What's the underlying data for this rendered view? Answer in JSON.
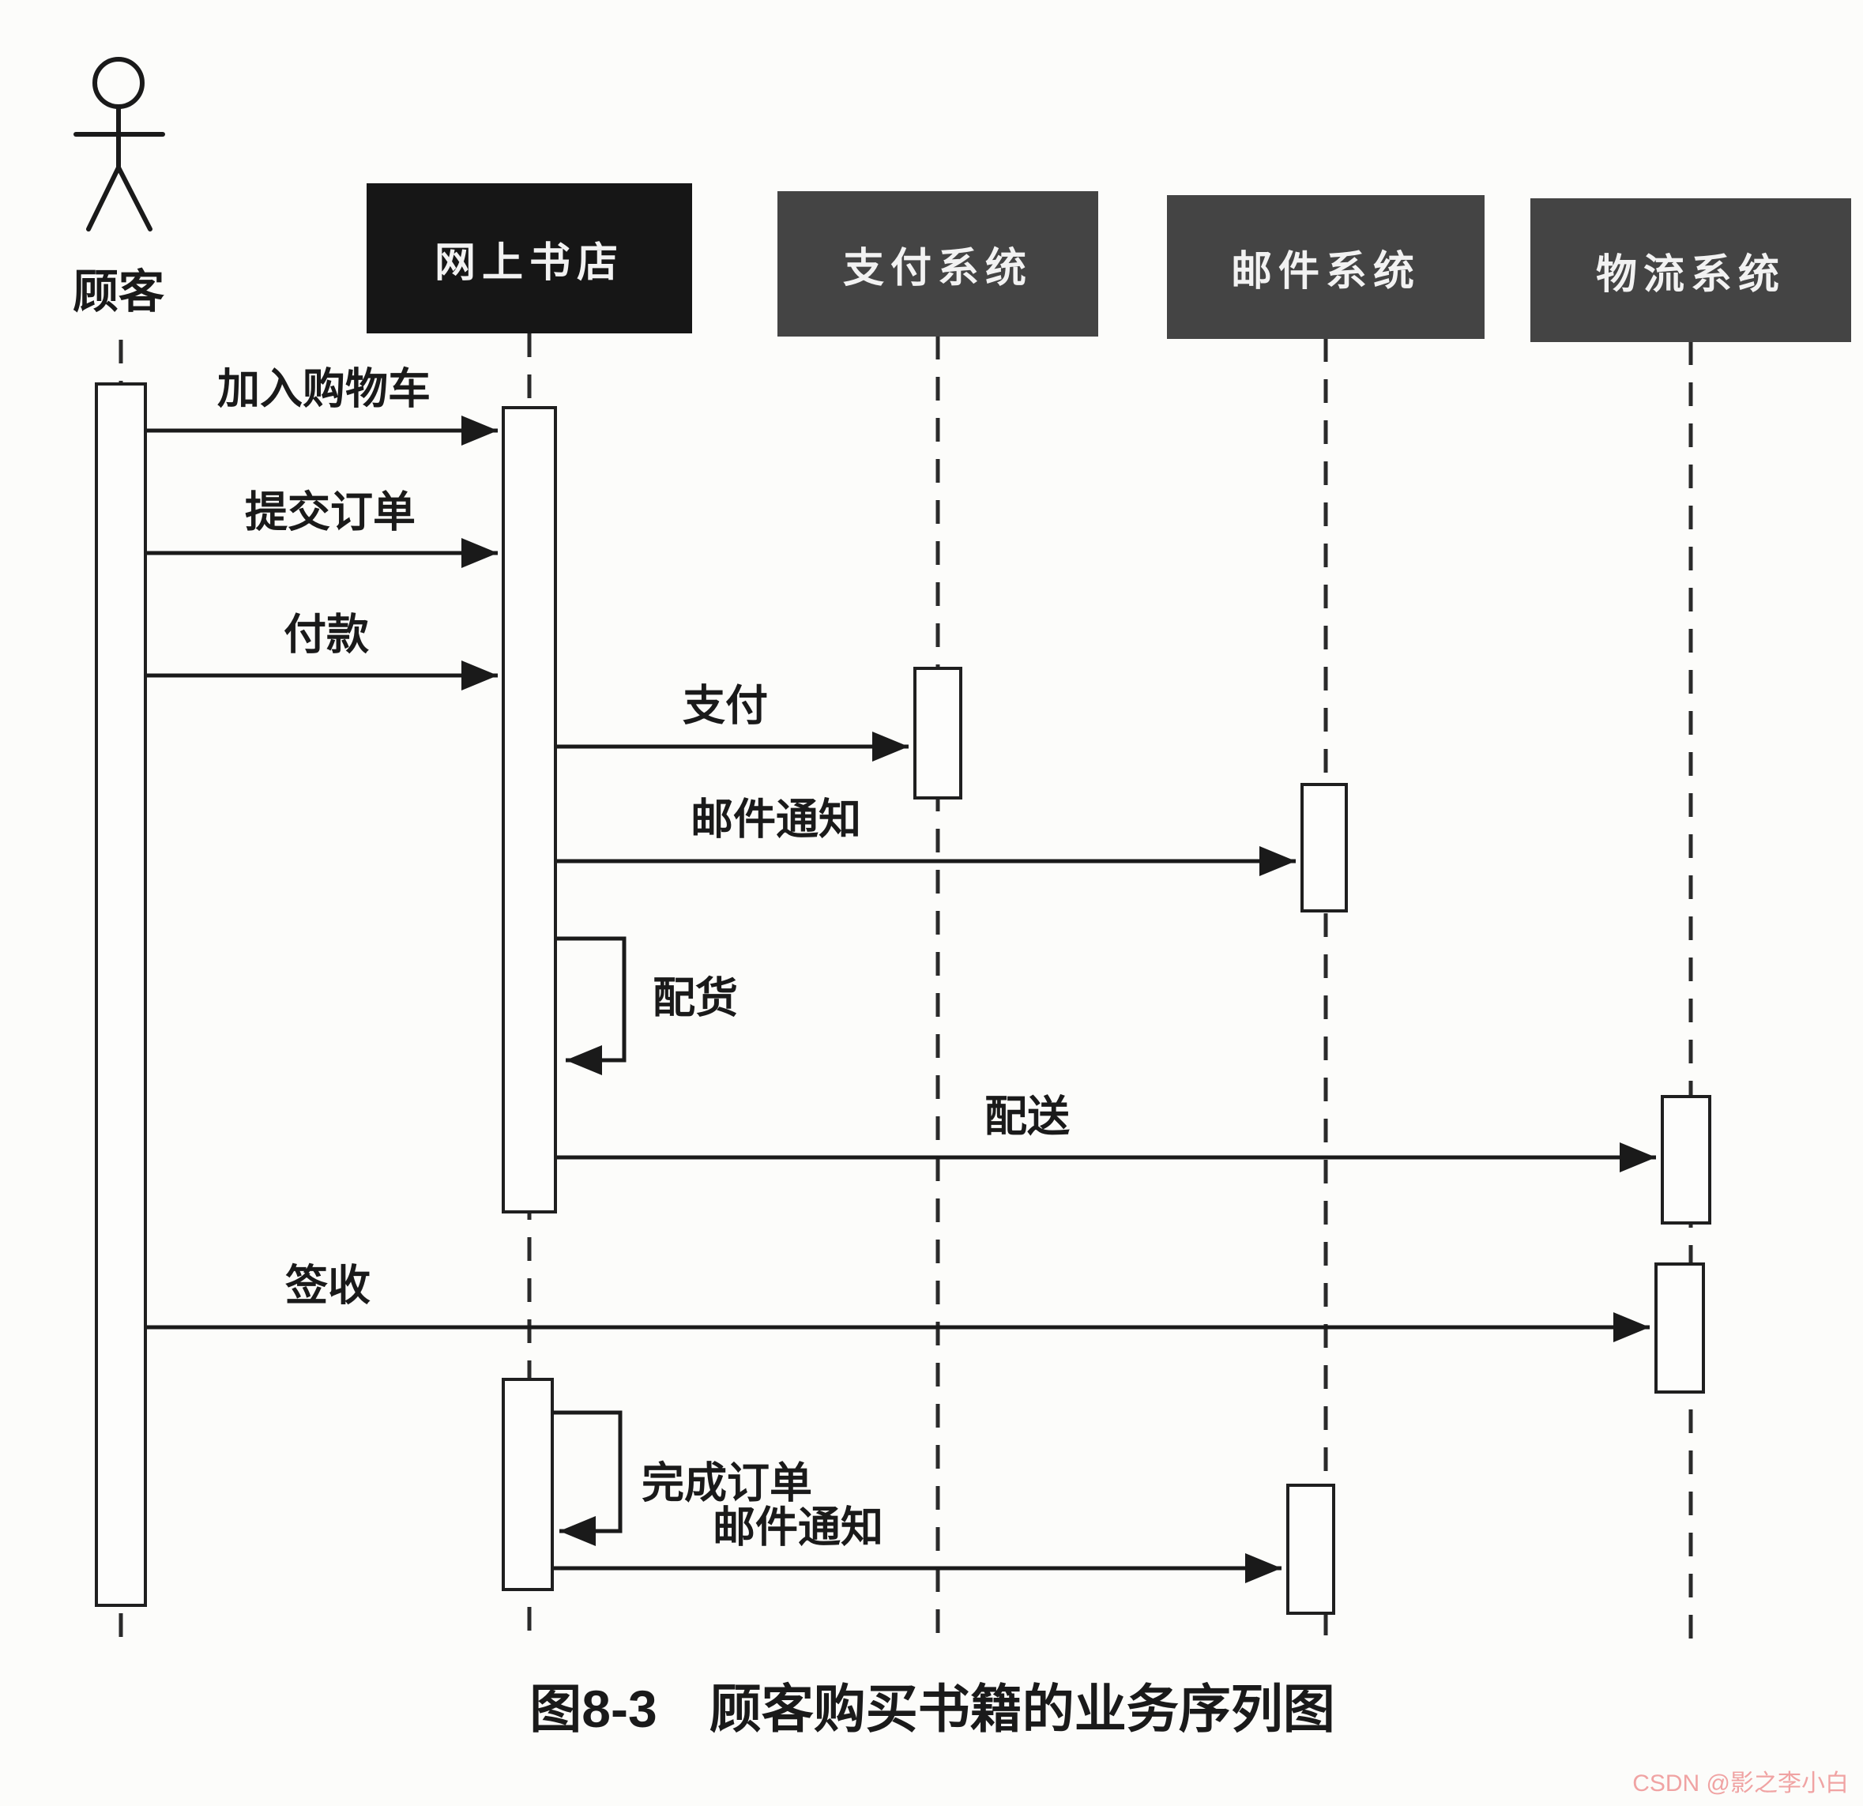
{
  "diagram_type": "uml-business-sequence-diagram",
  "caption": "图8-3　顾客购买书籍的业务序列图",
  "watermark": "CSDN @影之李小白",
  "colors": {
    "bookstore_header_bg": "#161616",
    "system_header_bg": "#444444",
    "header_text": "#f2f2f2",
    "line_color": "#1a1a1a",
    "watermark_color": "#f0a3a3"
  },
  "actor": {
    "label": "顾客"
  },
  "participants": [
    {
      "label": "网上书店"
    },
    {
      "label": "支付系统"
    },
    {
      "label": "邮件系统"
    },
    {
      "label": "物流系统"
    }
  ],
  "messages": [
    {
      "label": "加入购物车",
      "from": "顾客",
      "to": "网上书店",
      "self": false
    },
    {
      "label": "提交订单",
      "from": "顾客",
      "to": "网上书店",
      "self": false
    },
    {
      "label": "付款",
      "from": "顾客",
      "to": "网上书店",
      "self": false
    },
    {
      "label": "支付",
      "from": "网上书店",
      "to": "支付系统",
      "self": false
    },
    {
      "label": "邮件通知",
      "from": "网上书店",
      "to": "邮件系统",
      "self": false
    },
    {
      "label": "配货",
      "from": "网上书店",
      "to": "网上书店",
      "self": true
    },
    {
      "label": "配送",
      "from": "网上书店",
      "to": "物流系统",
      "self": false
    },
    {
      "label": "签收",
      "from": "顾客",
      "to": "物流系统",
      "self": false
    },
    {
      "label": "完成订单",
      "from": "网上书店",
      "to": "网上书店",
      "self": true
    },
    {
      "label": "邮件通知",
      "from": "网上书店",
      "to": "邮件系统",
      "self": false
    }
  ]
}
